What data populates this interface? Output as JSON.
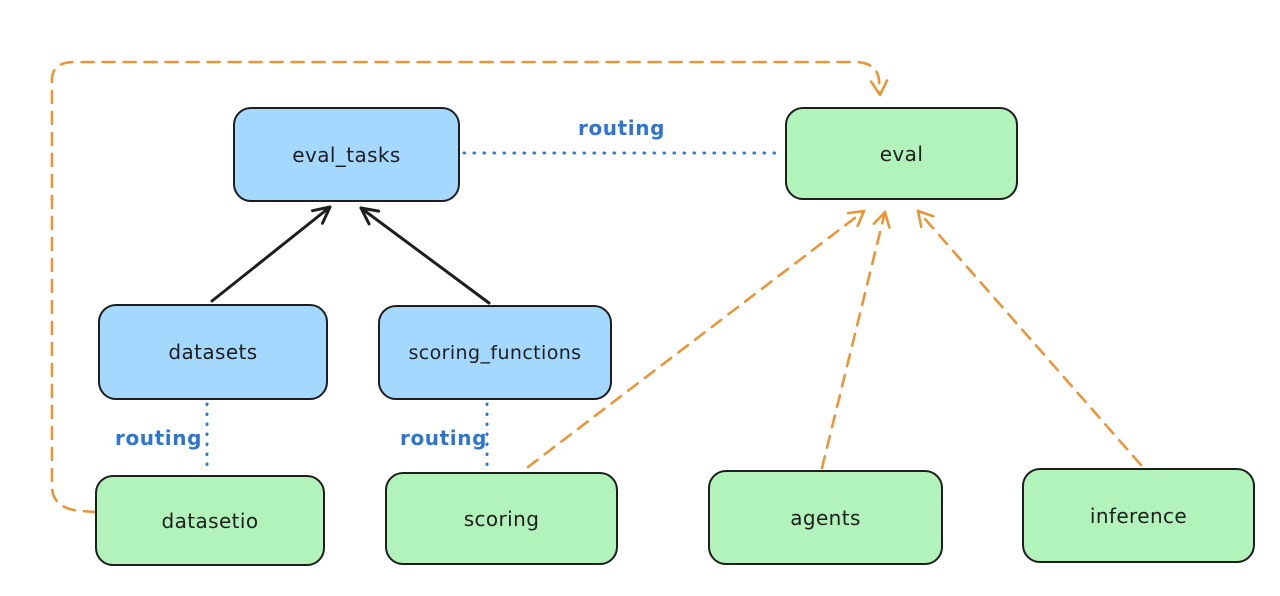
{
  "diagram": {
    "background": "#ffffff",
    "colors": {
      "registry_fill": "#a5d8ff",
      "provider_fill": "#b2f2bb",
      "node_stroke": "#1e1e1e",
      "routing_blue": "#2f74cf",
      "orange_dashed": "#e99639",
      "solid_arrow": "#1e1e1e"
    },
    "nodes": [
      {
        "id": "eval_tasks",
        "label": "eval_tasks",
        "fill": "#a5d8ff"
      },
      {
        "id": "eval",
        "label": "eval",
        "fill": "#b2f2bb"
      },
      {
        "id": "datasets",
        "label": "datasets",
        "fill": "#a5d8ff"
      },
      {
        "id": "scoring_functions",
        "label": "scoring_functions",
        "fill": "#a5d8ff"
      },
      {
        "id": "datasetio",
        "label": "datasetio",
        "fill": "#b2f2bb"
      },
      {
        "id": "scoring",
        "label": "scoring",
        "fill": "#b2f2bb"
      },
      {
        "id": "agents",
        "label": "agents",
        "fill": "#b2f2bb"
      },
      {
        "id": "inference",
        "label": "inference",
        "fill": "#b2f2bb"
      }
    ],
    "edges": [
      {
        "from": "datasets",
        "to": "eval_tasks",
        "style": "solid",
        "color": "#1e1e1e",
        "arrow": true,
        "label": ""
      },
      {
        "from": "scoring_functions",
        "to": "eval_tasks",
        "style": "solid",
        "color": "#1e1e1e",
        "arrow": true,
        "label": ""
      },
      {
        "from": "eval_tasks",
        "to": "eval",
        "style": "dotted",
        "color": "#2f74cf",
        "arrow": false,
        "label": "routing"
      },
      {
        "from": "datasets",
        "to": "datasetio",
        "style": "dotted",
        "color": "#2f74cf",
        "arrow": false,
        "label": "routing"
      },
      {
        "from": "scoring_functions",
        "to": "scoring",
        "style": "dotted",
        "color": "#2f74cf",
        "arrow": false,
        "label": "routing"
      },
      {
        "from": "datasetio",
        "to": "eval",
        "style": "dashed",
        "color": "#e99639",
        "arrow": true,
        "label": ""
      },
      {
        "from": "scoring",
        "to": "eval",
        "style": "dashed",
        "color": "#e99639",
        "arrow": true,
        "label": ""
      },
      {
        "from": "agents",
        "to": "eval",
        "style": "dashed",
        "color": "#e99639",
        "arrow": true,
        "label": ""
      },
      {
        "from": "inference",
        "to": "eval",
        "style": "dashed",
        "color": "#e99639",
        "arrow": true,
        "label": ""
      }
    ]
  }
}
